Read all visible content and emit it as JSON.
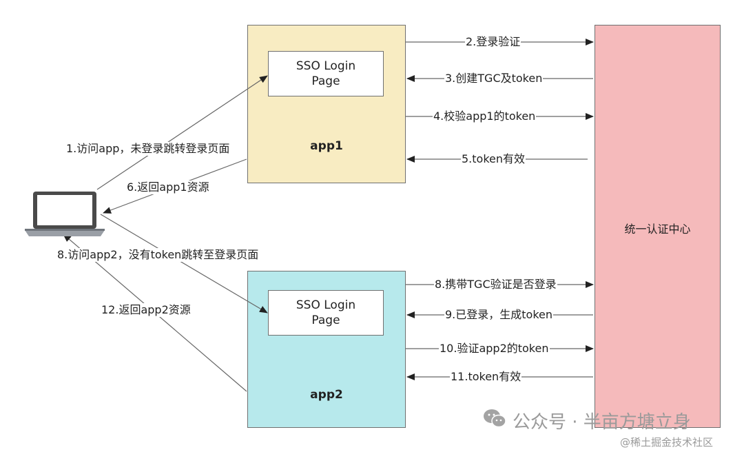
{
  "boxes": {
    "app1": {
      "title": "app1",
      "inner": "SSO Login\nPage"
    },
    "app2": {
      "title": "app2",
      "inner": "SSO Login\nPage"
    },
    "center": {
      "title": "统一认证中心"
    }
  },
  "labels": {
    "s1": "1.访问app，未登录跳转登录页面",
    "s2": "2.登录验证",
    "s3": "3.创建TGC及token",
    "s4": "4.校验app1的token",
    "s5": "5.token有效",
    "s6": "6.返回app1资源",
    "s8a": "8.访问app2，没有token跳转至登录页面",
    "s8b": "8.携带TGC验证是否登录",
    "s9": "9.已登录，生成token",
    "s10": "10.验证app2的token",
    "s11": "11.token有效",
    "s12": "12.返回app2资源"
  },
  "icons": {
    "client": "laptop-icon",
    "watermark": "wechat-icon"
  },
  "watermark": {
    "text": "公众号 · 半亩方塘立身",
    "site": "@稀土掘金技术社区"
  },
  "colors": {
    "app1": "#f8ecc2",
    "app2": "#b7e9ec",
    "center": "#f5babb",
    "line": "#555555"
  }
}
